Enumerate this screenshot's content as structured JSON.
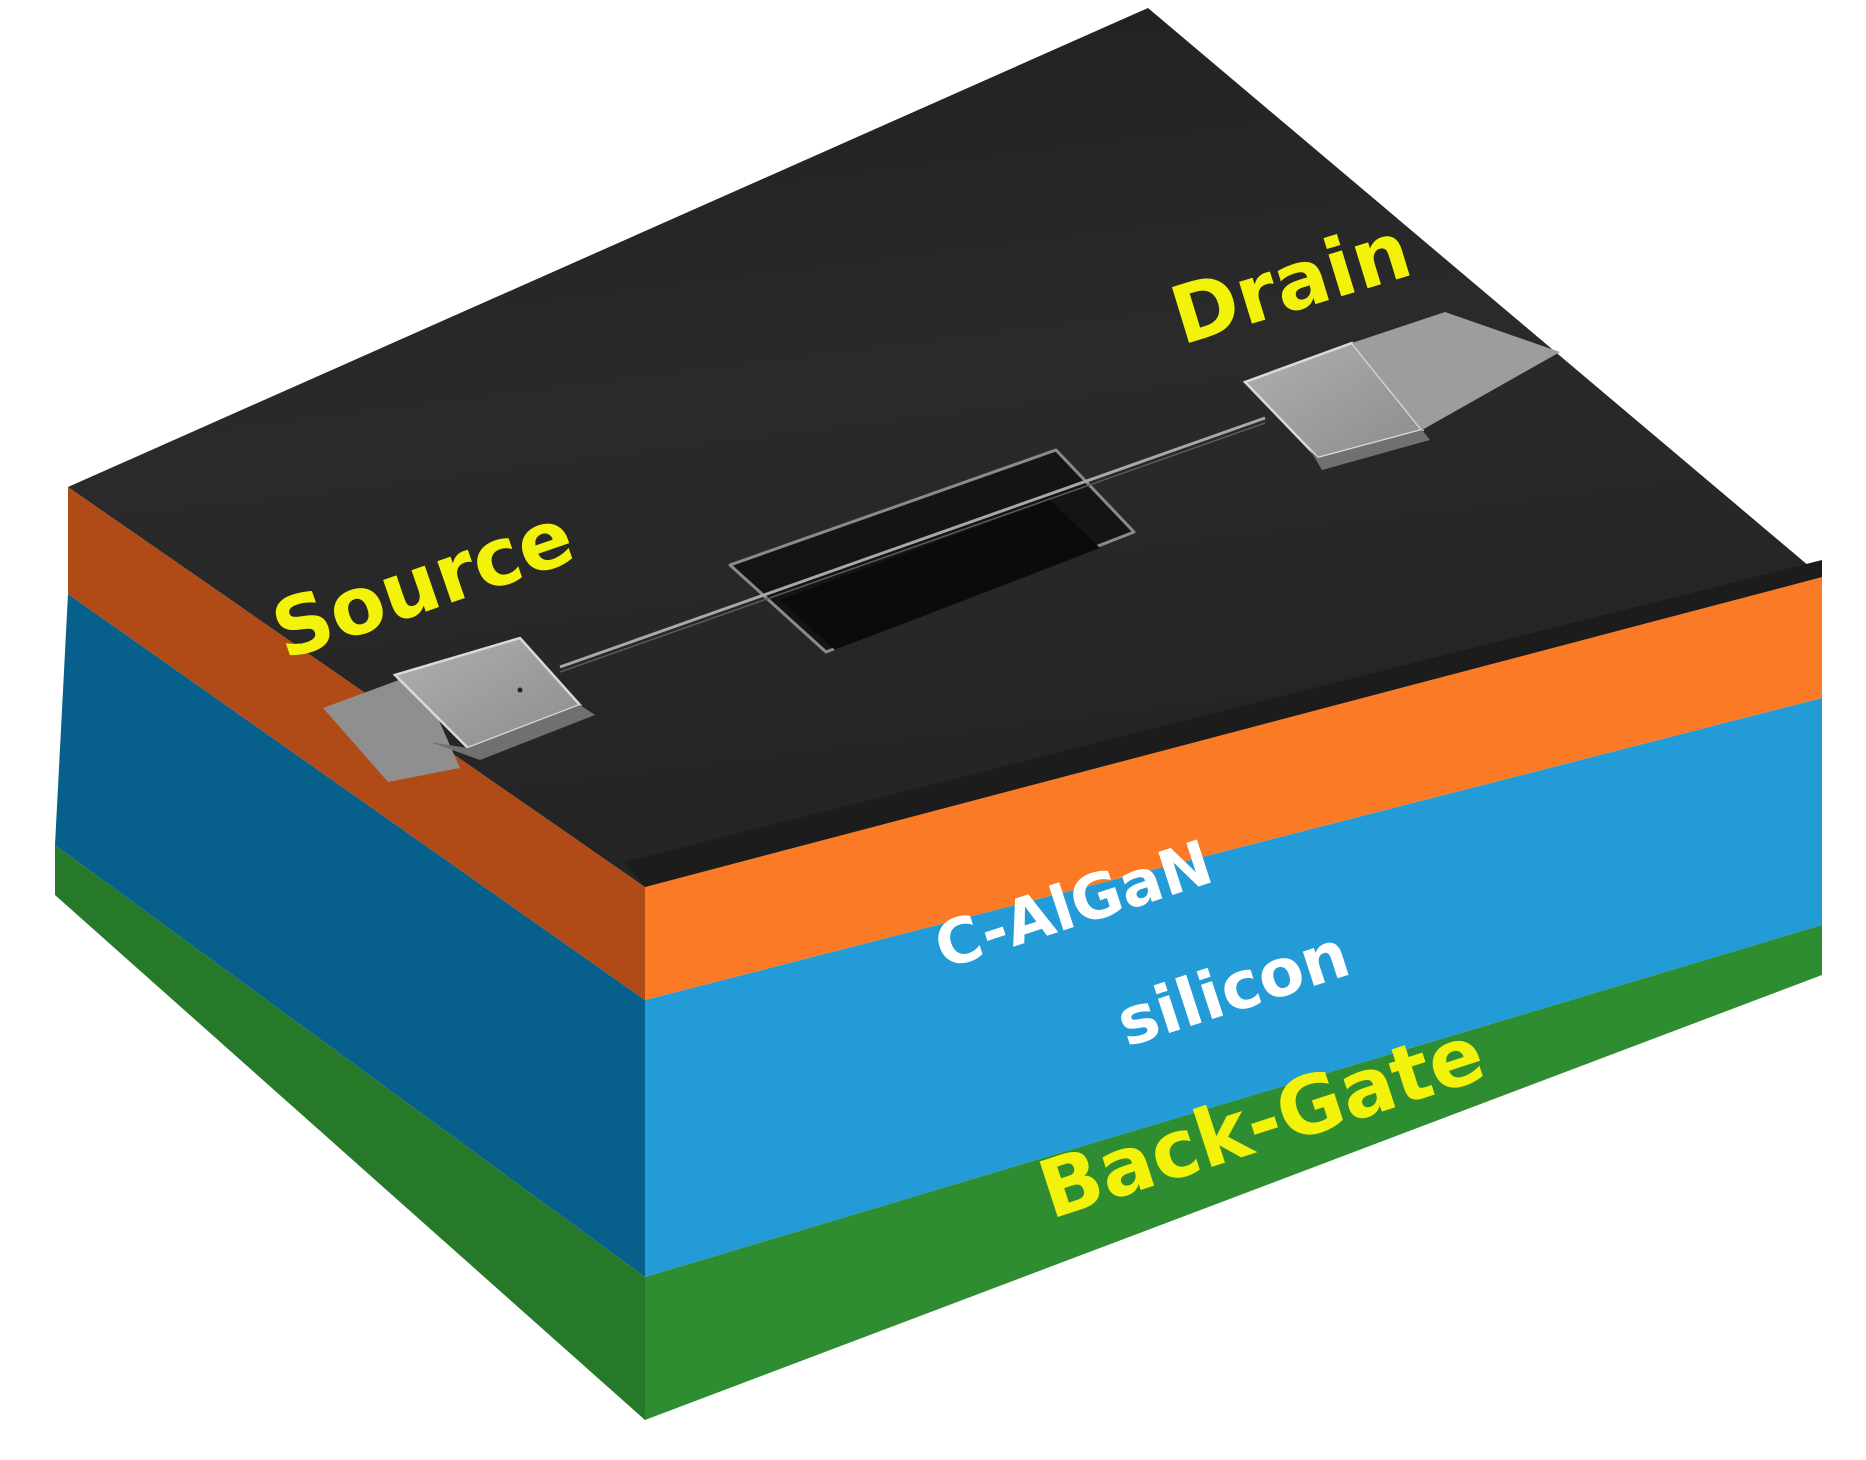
{
  "labels": {
    "source": "Source",
    "drain": "Drain",
    "c_algan": "C-AlGaN",
    "silicon": "silicon",
    "back_gate": "Back-Gate"
  },
  "colors": {
    "top_surface": "#262626",
    "top_front_edge": "#1c1c1c",
    "c_algan_front": "#fa7a26",
    "c_algan_side": "#b04a16",
    "silicon_front": "#229bd6",
    "silicon_side": "#075f8c",
    "back_gate_front": "#2e8c31",
    "back_gate_side": "#27792a",
    "contact_pad": "#9a9a9a",
    "label_yellow": "#f2f20a",
    "label_white": "#ffffff"
  }
}
